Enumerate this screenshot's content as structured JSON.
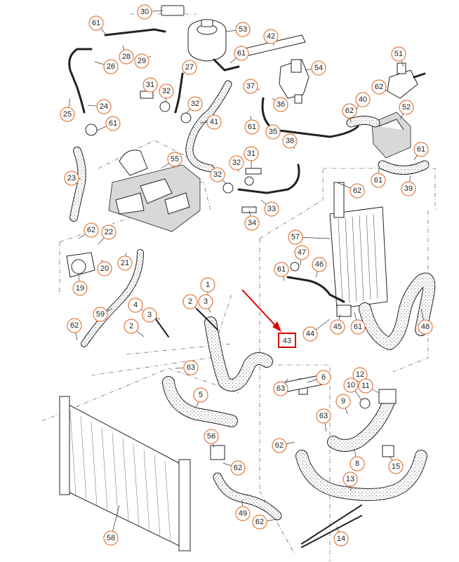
{
  "colors": {
    "callout_border": "#e07a3c",
    "highlight": "#e00000",
    "hose_dots": "#9a9a9a",
    "line": "#222222"
  },
  "callouts": [
    {
      "label": "30"
    },
    {
      "label": "61"
    },
    {
      "label": "53"
    },
    {
      "label": "42"
    },
    {
      "label": "28"
    },
    {
      "label": "61"
    },
    {
      "label": "26"
    },
    {
      "label": "29"
    },
    {
      "label": "27"
    },
    {
      "label": "54"
    },
    {
      "label": "51"
    },
    {
      "label": "31"
    },
    {
      "label": "32"
    },
    {
      "label": "37"
    },
    {
      "label": "36"
    },
    {
      "label": "62"
    },
    {
      "label": "40"
    },
    {
      "label": "25"
    },
    {
      "label": "24"
    },
    {
      "label": "32"
    },
    {
      "label": "62"
    },
    {
      "label": "52"
    },
    {
      "label": "61"
    },
    {
      "label": "41"
    },
    {
      "label": "61"
    },
    {
      "label": "35"
    },
    {
      "label": "38"
    },
    {
      "label": "61"
    },
    {
      "label": "55"
    },
    {
      "label": "31"
    },
    {
      "label": "23"
    },
    {
      "label": "32"
    },
    {
      "label": "32"
    },
    {
      "label": "62"
    },
    {
      "label": "61"
    },
    {
      "label": "39"
    },
    {
      "label": "33"
    },
    {
      "label": "34"
    },
    {
      "label": "62"
    },
    {
      "label": "22"
    },
    {
      "label": "57"
    },
    {
      "label": "20"
    },
    {
      "label": "21"
    },
    {
      "label": "47"
    },
    {
      "label": "19"
    },
    {
      "label": "61"
    },
    {
      "label": "46"
    },
    {
      "label": "1"
    },
    {
      "label": "4"
    },
    {
      "label": "2"
    },
    {
      "label": "3"
    },
    {
      "label": "59"
    },
    {
      "label": "3"
    },
    {
      "label": "2"
    },
    {
      "label": "62"
    },
    {
      "label": "45"
    },
    {
      "label": "61"
    },
    {
      "label": "44"
    },
    {
      "label": "48"
    },
    {
      "label": "63"
    },
    {
      "label": "12"
    },
    {
      "label": "6"
    },
    {
      "label": "10"
    },
    {
      "label": "11"
    },
    {
      "label": "63"
    },
    {
      "label": "5"
    },
    {
      "label": "9"
    },
    {
      "label": "63"
    },
    {
      "label": "56"
    },
    {
      "label": "62"
    },
    {
      "label": "62"
    },
    {
      "label": "8"
    },
    {
      "label": "15"
    },
    {
      "label": "13"
    },
    {
      "label": "49"
    },
    {
      "label": "62"
    },
    {
      "label": "58"
    },
    {
      "label": "14"
    }
  ],
  "highlighted_callout": {
    "label": "43"
  }
}
